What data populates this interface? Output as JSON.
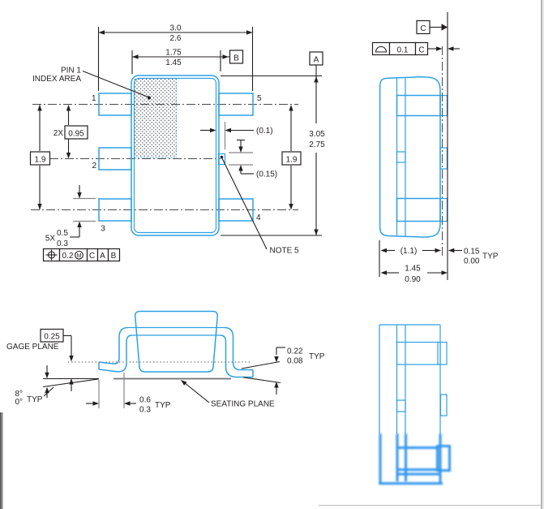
{
  "colors": {
    "line_blue": "#2da1e4",
    "highlight_blue": "#1f8ceb",
    "drawing_black": "#231f20",
    "tick_gray": "#85878a"
  },
  "top_view": {
    "pin_index_line1": "PIN 1",
    "pin_index_line2": "INDEX AREA",
    "pin_numbers": [
      "1",
      "2",
      "3",
      "4",
      "5"
    ],
    "dim_lead_span_max": "3.0",
    "dim_lead_span_min": "2.6",
    "dim_body_width_max": "1.75",
    "dim_body_width_min": "1.45",
    "datum_a": "A",
    "datum_b": "B",
    "pitch_qty": "2X",
    "pitch_value": "0.95",
    "row_span_left": "1.9",
    "row_span_right": "1.9",
    "lead_width_qty": "5X",
    "lead_width_max": "0.5",
    "lead_width_min": "0.3",
    "body_length_max": "3.05",
    "body_length_min": "2.75",
    "side_flash_ref": "(0.1)",
    "end_flash_ref": "(0.15)",
    "note_label": "NOTE 5",
    "position_fcf": {
      "symbol": "position",
      "tolerance": "0.2",
      "material_modifier": "M",
      "datum_1": "C",
      "datum_2": "A",
      "datum_3": "B"
    }
  },
  "side_view": {
    "datum_c": "C",
    "profile_fcf": {
      "symbol": "profile-of-surface",
      "tolerance": "0.1",
      "datum": "C"
    },
    "body_thickness_ref": "(1.1)",
    "height_max": "1.45",
    "height_min": "0.90",
    "standoff_max": "0.15",
    "standoff_min": "0.00",
    "standoff_typ": "TYP"
  },
  "profile_view": {
    "gage_offset": "0.25",
    "gage_plane_label": "GAGE PLANE",
    "angle_max": "8°",
    "angle_min": "0°",
    "angle_typ": "TYP",
    "foot_max": "0.6",
    "foot_min": "0.3",
    "foot_typ": "TYP",
    "seating_plane_label": "SEATING PLANE",
    "lead_thick_max": "0.22",
    "lead_thick_min": "0.08",
    "lead_thick_typ": "TYP"
  }
}
